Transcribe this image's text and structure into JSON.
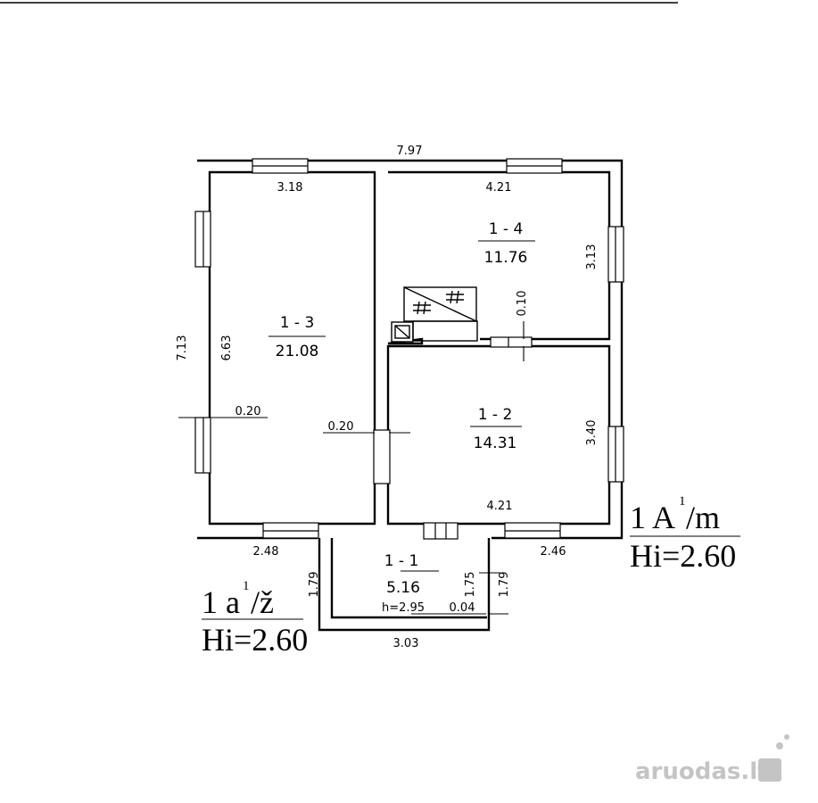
{
  "rooms": [
    {
      "id": "1 - 3",
      "area": "21.08"
    },
    {
      "id": "1 - 4",
      "area": "11.76"
    },
    {
      "id": "1 - 2",
      "area": "14.31"
    },
    {
      "id": "1 - 1",
      "area": "5.16"
    }
  ],
  "dimensions": {
    "overall_width": "7.97",
    "overall_height": "7.13",
    "room13_top_window": "3.18",
    "room13_inner_height": "6.63",
    "wall_left": "0.20",
    "wall_middle": "0.20",
    "room14_top_width": "4.21",
    "room14_height": "3.13",
    "partition": "0.10",
    "room12_height": "3.40",
    "room12_width": "4.21",
    "bottom_left": "2.48",
    "bottom_right": "2.46",
    "porch_left_height": "1.79",
    "porch_inner_height": "1.75",
    "porch_right_height": "1.79",
    "porch_wall": "0.04",
    "porch_ceiling": "h=2.95",
    "porch_width": "3.03"
  },
  "legend_main": {
    "prefix": "1 A",
    "sup": "1",
    "suffix": "/m",
    "height": "Hi=2.60"
  },
  "legend_porch": {
    "prefix": "1 a",
    "sup": "1",
    "suffix": "/ž",
    "height": "Hi=2.60"
  },
  "watermark": "aruodas.lt"
}
